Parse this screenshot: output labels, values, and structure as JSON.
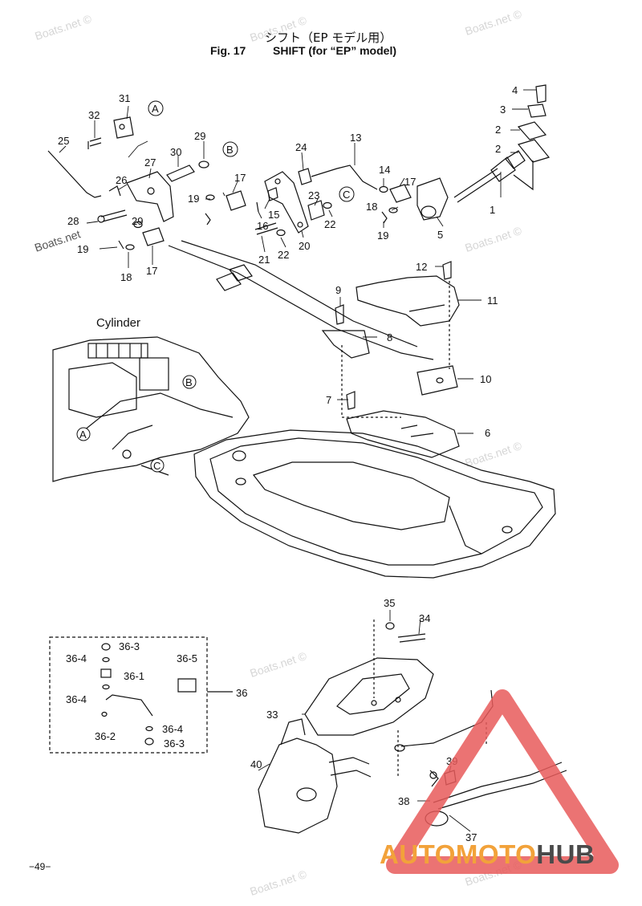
{
  "header": {
    "title_jp": "シフト（EP モデル用）",
    "fig_label": "Fig. 17",
    "title_en": "SHIFT (for “EP” model)"
  },
  "watermark": "Boats.net ©",
  "watermark_dark": "Boats.net",
  "cylinder_label": "Cylinder",
  "page_number": "−49−",
  "logo": {
    "part1": "AUTO",
    "part2": "MOTO",
    "part3": "HUB",
    "accent_color": "#f2a23a",
    "dark_color": "#4a4a4a",
    "triangle_color": "#e85a5a"
  },
  "connectors": {
    "a": "A",
    "b": "B",
    "c": "C"
  },
  "callouts": {
    "c1": "1",
    "c2a": "2",
    "c2b": "2",
    "c3": "3",
    "c4": "4",
    "c5": "5",
    "c6": "6",
    "c7": "7",
    "c8": "8",
    "c9": "9",
    "c10": "10",
    "c11": "11",
    "c12": "12",
    "c13": "13",
    "c14": "14",
    "c15": "15",
    "c16": "16",
    "c17a": "17",
    "c17b": "17",
    "c17c": "17",
    "c18a": "18",
    "c18b": "18",
    "c19a": "19",
    "c19b": "19",
    "c19c": "19",
    "c20": "20",
    "c21": "21",
    "c22a": "22",
    "c22b": "22",
    "c23": "23",
    "c24": "24",
    "c25": "25",
    "c26": "26",
    "c27": "27",
    "c28": "28",
    "c29a": "29",
    "c29b": "29",
    "c30": "30",
    "c31": "31",
    "c32": "32",
    "c33": "33",
    "c34": "34",
    "c35": "35",
    "c36": "36",
    "c36_1": "36-1",
    "c36_2": "36-2",
    "c36_3a": "36-3",
    "c36_3b": "36-3",
    "c36_4a": "36-4",
    "c36_4b": "36-4",
    "c36_4c": "36-4",
    "c36_5": "36-5",
    "c37": "37",
    "c38": "38",
    "c39": "39",
    "c40": "40"
  }
}
